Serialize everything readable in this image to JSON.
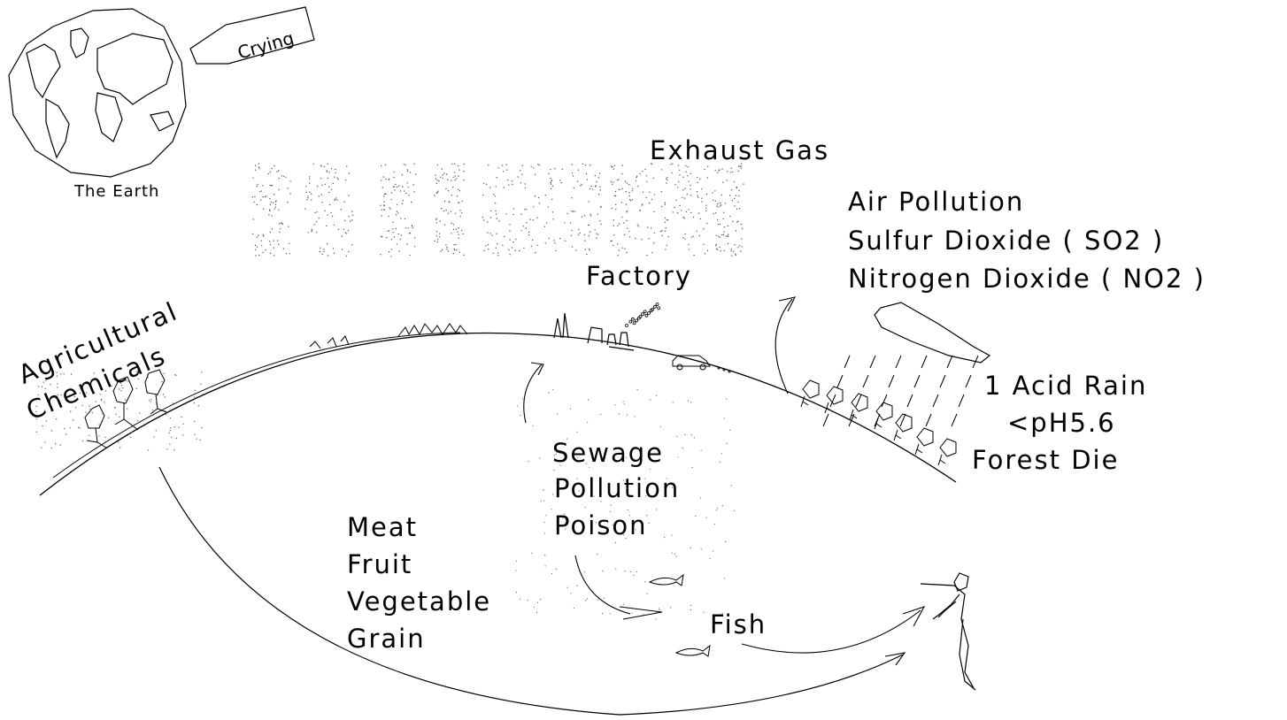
{
  "earth": {
    "caption": "The Earth",
    "speech": "Crying"
  },
  "labels": {
    "exhaust_gas": "Exhaust Gas",
    "factory": "Factory",
    "air_pollution": "Air Pollution",
    "sulfur_dioxide": "Sulfur Dioxide ( SO2 )",
    "nitrogen_dioxide": "Nitrogen Dioxide ( NO2 )",
    "acid_rain": "1 Acid Rain",
    "ph": "<pH5.6",
    "forest_die": "Forest Die",
    "agri_line1": "Agricultural",
    "agri_line2": "Chemicals",
    "sewage": "Sewage",
    "pollution": "Pollution",
    "poison": "Poison",
    "meat": "Meat",
    "fruit": "Fruit",
    "vegetable": "Vegetable",
    "grain": "Grain",
    "fish": "Fish"
  },
  "colors": {
    "ink": "#000000",
    "paper": "#ffffff"
  },
  "icons": [
    "globe-icon",
    "speech-bubble-icon",
    "factory-icon",
    "car-icon",
    "cloud-icon",
    "tree-icon",
    "fish-icon",
    "human-figure-icon",
    "arrow-icon"
  ]
}
